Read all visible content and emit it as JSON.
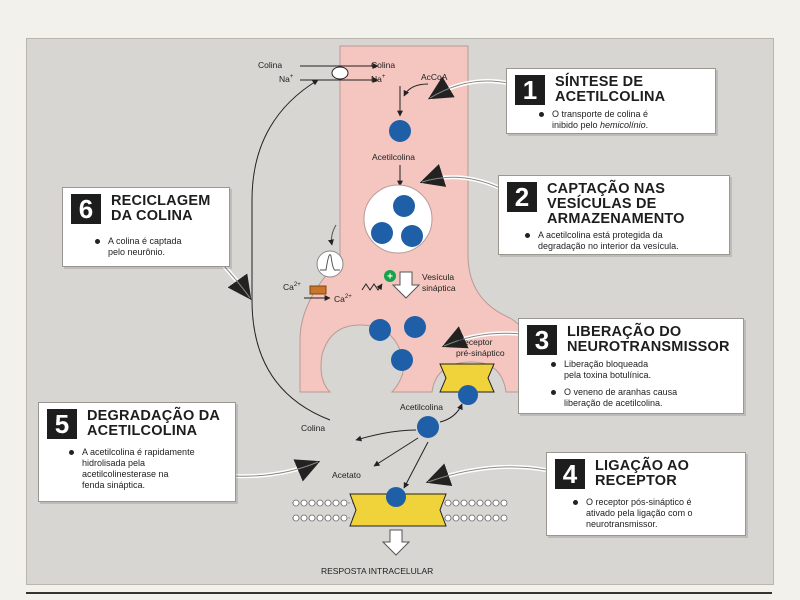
{
  "colors": {
    "panel": "#d8d6d2",
    "neuron": "#f4c6bf",
    "vesicle": "#1f5fa8",
    "receptor": "#f0d23a",
    "box": "#ffffff",
    "number_bg": "#1d1d1d"
  },
  "steps": [
    {
      "number": "1",
      "title_lines": [
        "SÍNTESE DE",
        "ACETILCOLINA"
      ],
      "bullets": [
        [
          "O transporte de colina é",
          "inibido pelo hemicolínio."
        ]
      ]
    },
    {
      "number": "2",
      "title_lines": [
        "CAPTAÇÃO NAS",
        "VESÍCULAS DE",
        "ARMAZENAMENTO"
      ],
      "bullets": [
        [
          "A acetilcolina está protegida da",
          "degradação no interior da vesícula."
        ]
      ]
    },
    {
      "number": "3",
      "title_lines": [
        "LIBERAÇÃO DO",
        "NEUROTRANSMISSOR"
      ],
      "bullets": [
        [
          "Liberação bloqueada",
          "pela toxina botulínica."
        ],
        [
          "O veneno de aranhas causa",
          "liberação de acetilcolina."
        ]
      ]
    },
    {
      "number": "4",
      "title_lines": [
        "LIGAÇÃO AO",
        "RECEPTOR"
      ],
      "bullets": [
        [
          "O receptor pós-sináptico é",
          "ativado pela ligação com o",
          "neurotransmissor."
        ]
      ]
    },
    {
      "number": "5",
      "title_lines": [
        "DEGRADAÇÃO DA",
        "ACETILCOLINA"
      ],
      "bullets": [
        [
          "A acetilcolina é rapidamente",
          "hidrolisada pela",
          "acetilcolinesterase na",
          "fenda sináptica."
        ]
      ]
    },
    {
      "number": "6",
      "title_lines": [
        "RECICLAGEM",
        "DA COLINA"
      ],
      "bullets": [
        [
          "A colina é captada",
          "pelo neurônio."
        ]
      ]
    }
  ],
  "labels": {
    "colina_out": "Colina",
    "na_out": "Na",
    "colina_in": "Colina",
    "na_in": "Na",
    "plus_sup": "+",
    "accoa": "AcCoA",
    "acetilcolina_top": "Acetilcolina",
    "ca_left": "Ca",
    "ca_right": "Ca",
    "ca_sup": "2+",
    "plus_sign": "+",
    "vesicula_line1": "Vesícula",
    "vesicula_line2": "sináptica",
    "receptor_line1": "Receptor",
    "receptor_line2": "pré-sináptico",
    "acetilcolina_cleft": "Acetilcolina",
    "colina_cleft": "Colina",
    "acetato": "Acetato",
    "resposta": "RESPOSTA INTRACELULAR"
  }
}
